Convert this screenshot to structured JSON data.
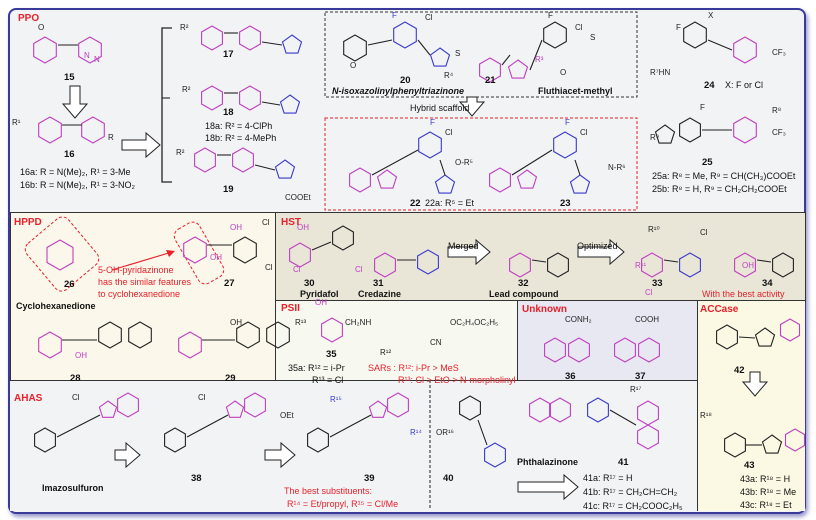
{
  "colors": {
    "frame": "#3a3a9a",
    "highlight_magenta": "#c040c0",
    "highlight_blue": "#3a3acc",
    "annotation_red": "#e8202a"
  },
  "panels": {
    "ppo": {
      "label": "PPO"
    },
    "hppd": {
      "label": "HPPD"
    },
    "hst": {
      "label": "HST"
    },
    "psii": {
      "label": "PSII"
    },
    "unknown": {
      "label": "Unknown"
    },
    "accase": {
      "label": "ACCase"
    },
    "ahas": {
      "label": "AHAS"
    }
  },
  "ppo": {
    "c15": "15",
    "c16": "16",
    "c16a": "16a: R = N(Me)₂, R¹ = 3-Me",
    "c16b": "16b: R = N(Me)₂, R¹ = 3-NO₂",
    "c17": "17",
    "c18": "18",
    "c18a": "18a: R² = 4-ClPh",
    "c18b": "18b: R² = 4-MePh",
    "c19": "19",
    "c20": "20",
    "name20": "N-isoxazolinylphenyltriazinone",
    "c21": "21",
    "name21": "Fluthiacet-methyl",
    "hybrid": "Hybrid scaffold",
    "c22": "22",
    "c22a": "22a: R⁵ = Et",
    "c23": "23",
    "c24": "24",
    "c24x": "X: F or Cl",
    "c25": "25",
    "c25a": "25a: R⁸ = Me, R⁹ = CH(CH₃)COOEt",
    "c25b": "25b: R⁸ = H, R⁹ = CH₂CH₂COOEt"
  },
  "hppd": {
    "c26": "26",
    "name26": "Cyclohexanedione",
    "note": [
      "5-OH-pyridazinone",
      "has the similar features",
      "to cyclohexanedione"
    ],
    "c27": "27",
    "c28": "28",
    "c29": "29"
  },
  "hst": {
    "c30": "30",
    "name30": "Pyridafol",
    "c31": "31",
    "name31": "Credazine",
    "merged": "Merged",
    "c32": "32",
    "name32": "Lead compound",
    "optimized": "Optimized",
    "c33": "33",
    "c34": "34",
    "note34": "With the best activity"
  },
  "psii": {
    "c35": "35",
    "c35a": "35a: R¹² = i-Pr",
    "c35a2": "R¹³ = Cl",
    "sar1": "SARs : R¹²: i-Pr > MeS",
    "sar2": "R¹³: Cl > EtO > N-morpholinyl"
  },
  "unknown": {
    "c36": "36",
    "c37": "37"
  },
  "accase": {
    "c42": "42",
    "c43": "43",
    "c43a": "43a: R¹⁸ = H",
    "c43b": "43b: R¹⁸ = Me",
    "c43c": "43c: R¹⁸ = Et"
  },
  "ahas": {
    "name_imazo": "Imazosulfuron",
    "c38": "38",
    "c39": "39",
    "best": "The best substituents:",
    "best2": "R¹⁴ = Et/propyl, R¹⁵ = Cl/Me",
    "c40": "40",
    "phthalazinone": "Phthalazinone",
    "c41": "41",
    "c41a": "41a: R¹⁷ = H",
    "c41b": "41b: R¹⁷ = CH₂CH=CH₂",
    "c41c": "41c: R¹⁷ = CH₂COOC₂H₅"
  },
  "atom_labels": [
    "O",
    "N",
    "N",
    "R¹",
    "R",
    "R²",
    "R²",
    "R²",
    "COOEt",
    "F",
    "Cl",
    "O",
    "S",
    "R⁴",
    "R³",
    "F",
    "Cl",
    "S",
    "O",
    "F",
    "Cl",
    "O-R⁵",
    "F",
    "Cl",
    "N-R⁶",
    "X",
    "F",
    "R⁷HN",
    "CF₃",
    "F",
    "R⁸",
    "R⁹",
    "CF₃",
    "OH",
    "Cl",
    "Cl",
    "OH",
    "Cl",
    "OH",
    "Cl",
    "OH",
    "R¹¹",
    "R¹⁰",
    "Cl",
    "OH",
    "Cl",
    "R¹³",
    "CH₂NH",
    "OC₂H₄OC₂H₅",
    "CN",
    "R¹²",
    "CONH₂",
    "COOH",
    "Cl",
    "Cl",
    "OEt",
    "R¹⁵",
    "R¹⁴",
    "OR¹⁶",
    "R¹⁷",
    "R¹⁸",
    "OH",
    "OH"
  ]
}
